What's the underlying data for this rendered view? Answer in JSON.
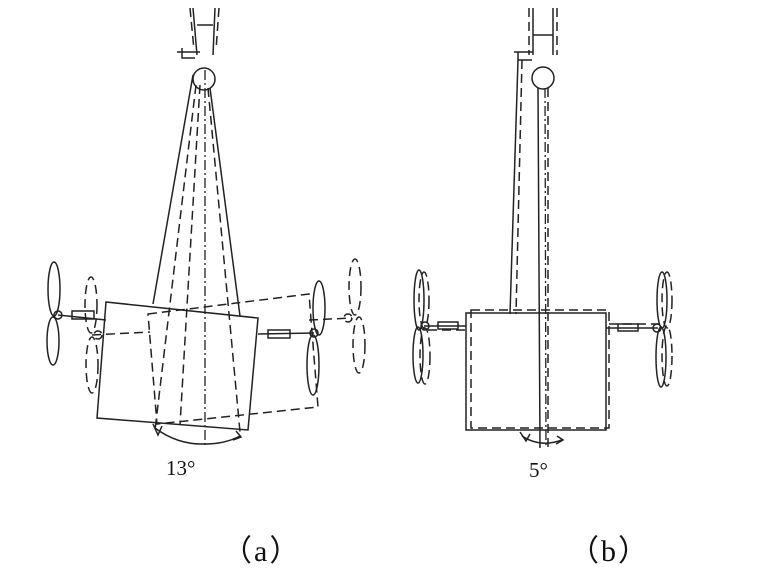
{
  "figure": {
    "panel_a": {
      "angle_label": "13°",
      "caption": "（a）"
    },
    "panel_b": {
      "angle_label": "5°",
      "caption": "（b）"
    }
  }
}
